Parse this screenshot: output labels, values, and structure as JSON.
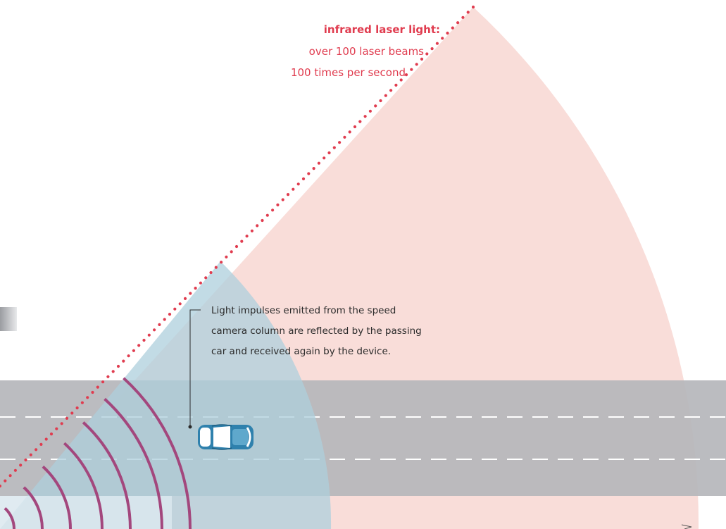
{
  "colors": {
    "laser_fan": "#f9ddd9",
    "detection_fan": "#aecfdc",
    "road": "#b5b6bb",
    "laser_dots": "#e03c4f",
    "wave_arcs": "#a3477d",
    "lane_marks": "#ffffff",
    "car_body": "#2f81ad",
    "label_red": "#e03c4f",
    "callout_text": "#2b2b2b"
  },
  "laser_label": {
    "title": "infrared laser light:",
    "line1": "over 100 laser beams",
    "line2": "100 times per second"
  },
  "callout": {
    "line1": "Light impulses emitted from the speed",
    "line2": "camera column are reflected by the passing",
    "line3": "car and received again by the device."
  },
  "icons": {
    "car": "car-icon",
    "speed_camera": "speed-camera-column-icon"
  }
}
